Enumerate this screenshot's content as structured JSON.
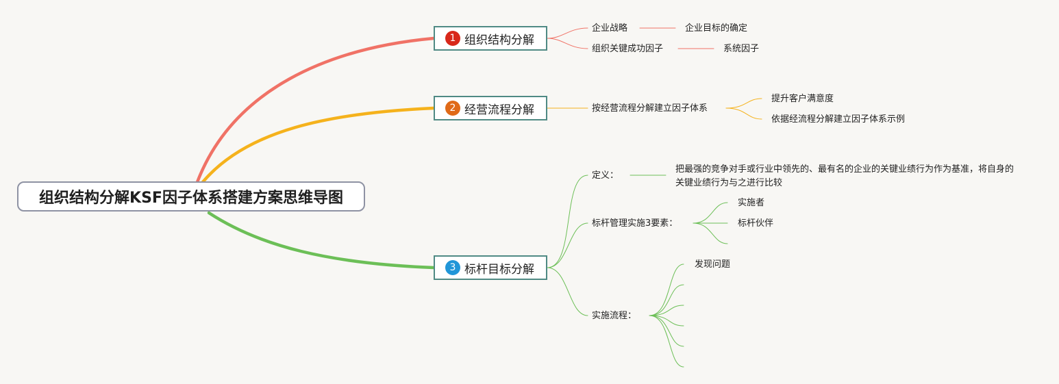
{
  "root": {
    "title": "组织结构分解KSF因子体系搭建方案思维导图"
  },
  "colors": {
    "branch1": "#f07266",
    "branch2": "#f5b21c",
    "branch3": "#6cbf57",
    "badge1": "#d8281a",
    "badge2": "#e06a18",
    "badge3": "#2196d8"
  },
  "branches": [
    {
      "number": "1",
      "label": "组织结构分解",
      "children": [
        {
          "label": "企业战略",
          "children": [
            {
              "label": "企业目标的确定"
            }
          ]
        },
        {
          "label": "组织关键成功因子",
          "children": [
            {
              "label": "系统因子"
            }
          ]
        }
      ]
    },
    {
      "number": "2",
      "label": "经营流程分解",
      "children": [
        {
          "label": "按经营流程分解建立因子体系",
          "children": [
            {
              "label": "提升客户满意度"
            },
            {
              "label": "依据经流程分解建立因子体系示例"
            }
          ]
        }
      ]
    },
    {
      "number": "3",
      "label": "标杆目标分解",
      "children": [
        {
          "label": "定义：",
          "children": [
            {
              "label": "把最强的竞争对手或行业中领先的、最有名的企业的关键业绩行为作为基准，将自身的关键业绩行为与之进行比较"
            }
          ]
        },
        {
          "label": "标杆管理实施3要素：",
          "children": [
            {
              "label": "实施者"
            },
            {
              "label": "标杆伙伴"
            },
            {
              "label": ""
            }
          ]
        },
        {
          "label": "实施流程：",
          "children": [
            {
              "label": "发现问题"
            },
            {
              "label": ""
            },
            {
              "label": ""
            },
            {
              "label": ""
            },
            {
              "label": ""
            },
            {
              "label": ""
            }
          ]
        }
      ]
    }
  ]
}
